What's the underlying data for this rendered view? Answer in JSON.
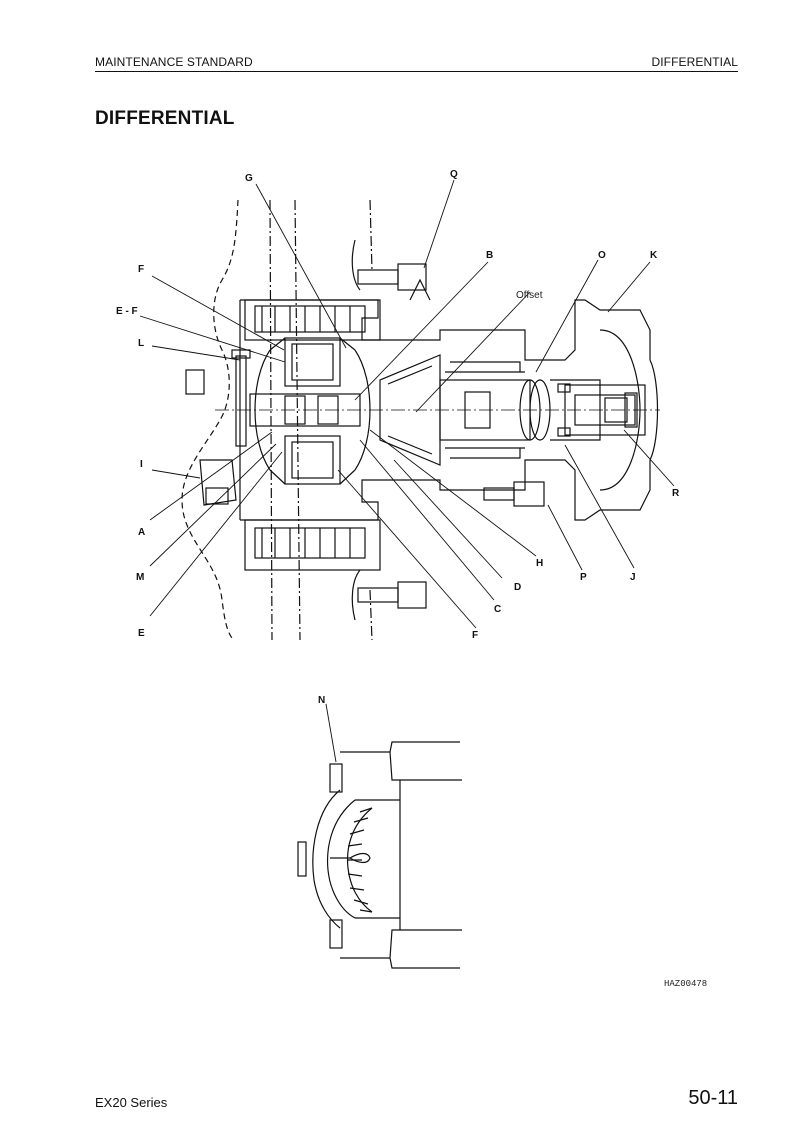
{
  "header": {
    "left": "MAINTENANCE STANDARD",
    "right": "DIFFERENTIAL"
  },
  "title": "DIFFERENTIAL",
  "figure1": {
    "labels": {
      "G": "G",
      "Q": "Q",
      "F_top": "F",
      "E_F": "E - F",
      "L": "L",
      "I": "I",
      "A": "A",
      "M": "M",
      "E": "E",
      "B": "B",
      "O": "O",
      "K": "K",
      "offset": "Offset",
      "R": "R",
      "H": "H",
      "P": "P",
      "J": "J",
      "D": "D",
      "C": "C",
      "F_bottom": "F"
    }
  },
  "figure2": {
    "labels": {
      "N": "N"
    },
    "code": "HAZ00478"
  },
  "footer": {
    "left": "EX20 Series",
    "right": "50-11"
  }
}
